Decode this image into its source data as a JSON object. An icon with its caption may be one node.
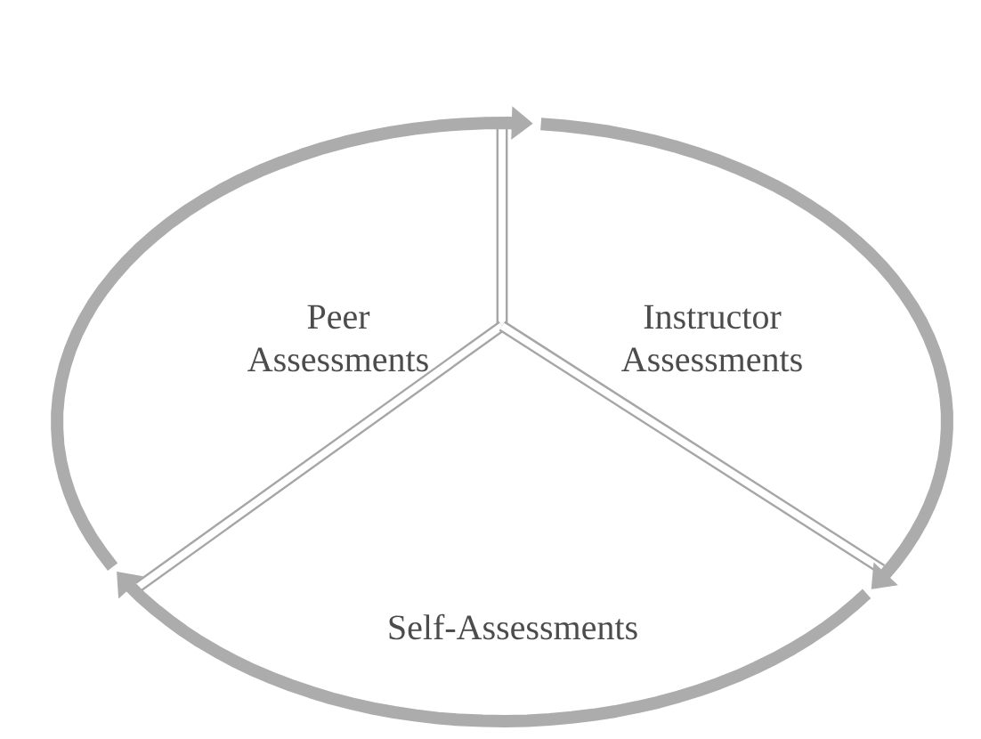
{
  "diagram": {
    "nodes": [
      {
        "text": [
          "Peer Assessments"
        ]
      },
      {
        "text": [
          "Instructor Assessments"
        ]
      },
      {
        "text": [
          "Self-Assessments"
        ]
      }
    ]
  }
}
